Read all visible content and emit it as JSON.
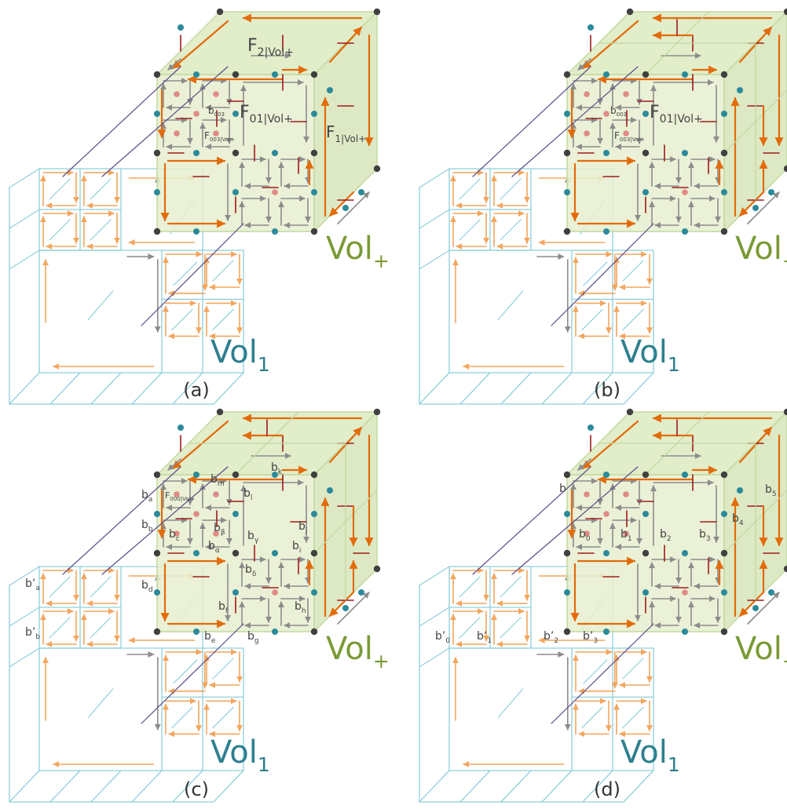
{
  "colors": {
    "vol1_stroke": "#8fd0dc",
    "vol1_text": "#2e7f8f",
    "volp_fill": "#e6efcf",
    "volp_edge": "#c3d9a0",
    "volp_text": "#7a9a35",
    "orange_arrow": "#e26b0a",
    "light_orange_arrow": "#f2a65e",
    "gray_arrow": "#8c8c8c",
    "dark_red_tick": "#9c1a1a",
    "node_dark": "#404040",
    "node_teal": "#2b8a9a",
    "node_pink": "#e08a86",
    "connector": "#5b4b8a"
  },
  "panels": [
    {
      "caption": "(a)",
      "vol1_label": "Vol",
      "vol1_sub": "1",
      "volp_label": "Vol",
      "volp_sub": "+",
      "face_labels": [
        {
          "main": "F",
          "sub": "2|Vol+"
        },
        {
          "main": "F",
          "sub": "01|Vol+"
        },
        {
          "main": "F",
          "sub": "1|Vol+"
        },
        {
          "main": "b",
          "sub": "003"
        },
        {
          "main": "F",
          "sub": "003|Vol+"
        }
      ]
    },
    {
      "caption": "(b)",
      "vol1_label": "Vol",
      "vol1_sub": "1",
      "volp_label": "Vol",
      "volp_sub": "+",
      "face_labels": [
        {
          "main": "F",
          "sub": "01|Vol+"
        },
        {
          "main": "b",
          "sub": "003"
        },
        {
          "main": "F",
          "sub": "003|Vol+"
        }
      ]
    },
    {
      "caption": "(c)",
      "vol1_label": "Vol",
      "vol1_sub": "1",
      "volp_label": "Vol",
      "volp_sub": "+",
      "face_labels": [
        {
          "main": "F",
          "sub": "000|Vol+"
        },
        {
          "main": "b",
          "sub": "a"
        },
        {
          "main": "b",
          "sub": "m"
        },
        {
          "main": "b",
          "sub": "k"
        },
        {
          "main": "b",
          "sub": "l"
        },
        {
          "main": "b",
          "sub": "b"
        },
        {
          "main": "b",
          "sub": "c"
        },
        {
          "main": "b",
          "sub": "β"
        },
        {
          "main": "b",
          "sub": "α"
        },
        {
          "main": "b",
          "sub": "γ"
        },
        {
          "main": "b",
          "sub": "j"
        },
        {
          "main": "b",
          "sub": "i"
        },
        {
          "main": "b",
          "sub": "δ"
        },
        {
          "main": "b",
          "sub": "d"
        },
        {
          "main": "b",
          "sub": "f"
        },
        {
          "main": "b",
          "sub": "h"
        },
        {
          "main": "b",
          "sub": "e"
        },
        {
          "main": "b",
          "sub": "g"
        },
        {
          "main": "b’",
          "sub": "a"
        },
        {
          "main": "b’",
          "sub": "b"
        }
      ]
    },
    {
      "caption": "(d)",
      "vol1_label": "Vol",
      "vol1_sub": "1",
      "volp_label": "Vol",
      "volp_sub": "+",
      "face_labels": [
        {
          "main": "b",
          "sub": ""
        },
        {
          "main": "b",
          "sub": "0"
        },
        {
          "main": "b",
          "sub": "1"
        },
        {
          "main": "b",
          "sub": "2"
        },
        {
          "main": "b",
          "sub": "3"
        },
        {
          "main": "b",
          "sub": "4"
        },
        {
          "main": "b",
          "sub": "5"
        },
        {
          "main": "b’",
          "sub": "0"
        },
        {
          "main": "b’",
          "sub": "1"
        },
        {
          "main": "b’",
          "sub": "2"
        },
        {
          "main": "b’",
          "sub": "3"
        }
      ]
    }
  ]
}
